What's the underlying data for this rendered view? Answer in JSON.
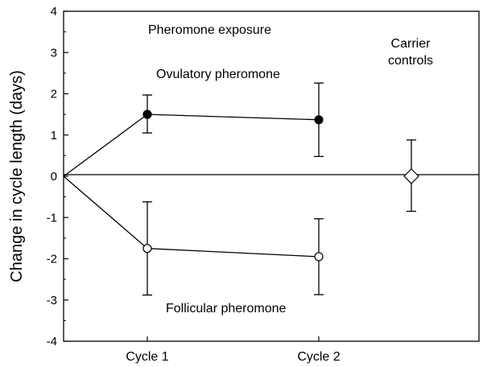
{
  "chart_data": {
    "type": "line",
    "title": "",
    "xlabel": "",
    "ylabel": "Change in cycle length (days)",
    "ylim": [
      -4,
      4
    ],
    "yticks": [
      4,
      3,
      2,
      1,
      0,
      -1,
      -2,
      -3,
      -4
    ],
    "grid": false,
    "legend": "none",
    "categories": [
      "Cycle 1",
      "Cycle 2"
    ],
    "series": [
      {
        "name": "Ovulatory pheromone",
        "marker": "filled-circle",
        "color": "#000000",
        "points": [
          {
            "x": "Cycle 1",
            "y": 1.5,
            "err_low": 1.05,
            "err_high": 1.97
          },
          {
            "x": "Cycle 2",
            "y": 1.37,
            "err_low": 0.48,
            "err_high": 2.26
          }
        ]
      },
      {
        "name": "Follicular pheromone",
        "marker": "open-circle",
        "color": "#000000",
        "points": [
          {
            "x": "Cycle 1",
            "y": -1.75,
            "err_low": -2.88,
            "err_high": -0.62
          },
          {
            "x": "Cycle 2",
            "y": -1.95,
            "err_low": -2.87,
            "err_high": -1.03
          }
        ]
      },
      {
        "name": "Carrier controls",
        "marker": "open-diamond",
        "color": "#000000",
        "points": [
          {
            "x": "Carrier controls",
            "y": 0.0,
            "err_low": -0.85,
            "err_high": 0.88
          }
        ]
      }
    ],
    "origin": {
      "x": "start",
      "y": 0
    },
    "annotations": {
      "pheromone_exposure": "Pheromone exposure",
      "ovulatory": "Ovulatory pheromone",
      "follicular": "Follicular pheromone",
      "carrier_line1": "Carrier",
      "carrier_line2": "controls"
    }
  }
}
